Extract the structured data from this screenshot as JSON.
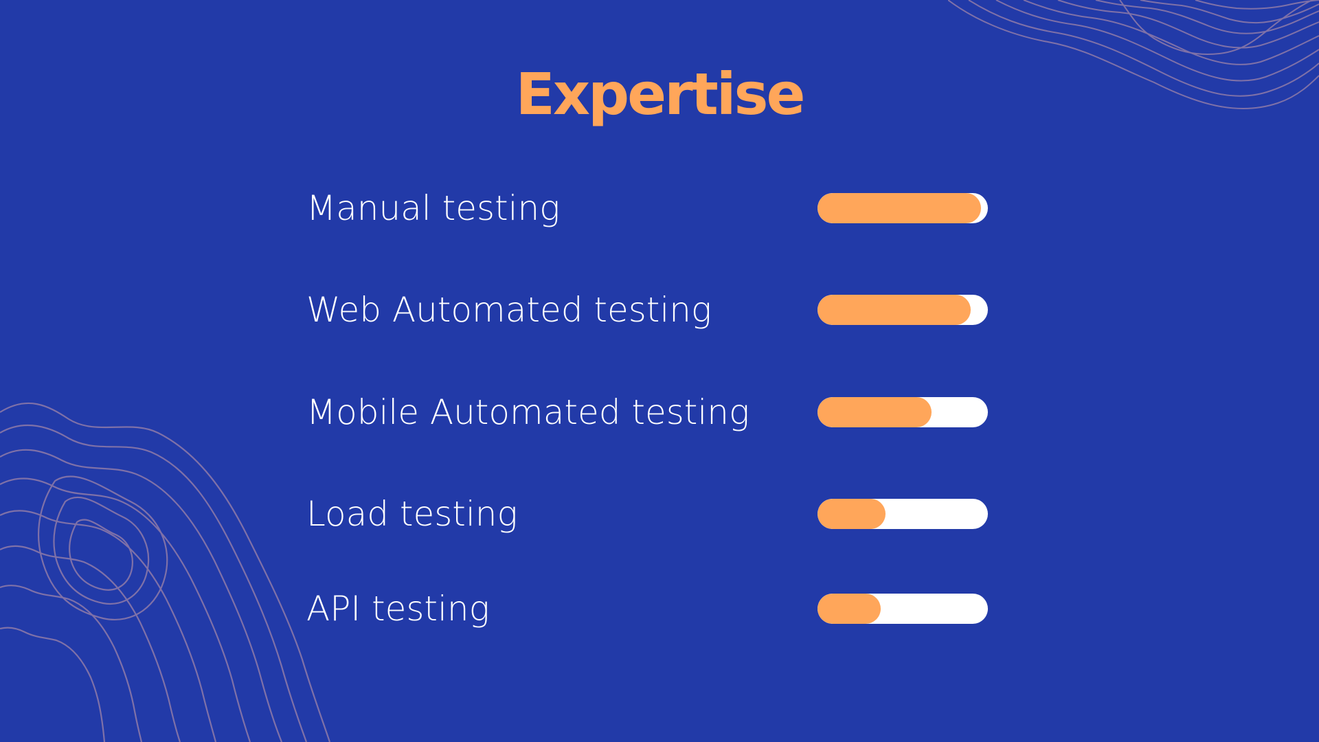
{
  "slide": {
    "title": "Expertise",
    "colors": {
      "background": "#223aa8",
      "accent": "#ffa65a",
      "track": "#ffffff",
      "text": "#ffffff",
      "contour_lines": "#8a78a8"
    },
    "skills": [
      {
        "label": "Manual testing",
        "level": 0.96
      },
      {
        "label": "Web Automated testing",
        "level": 0.9
      },
      {
        "label": "Mobile Automated testing",
        "level": 0.67
      },
      {
        "label": "Load testing",
        "level": 0.4
      },
      {
        "label": "API testing",
        "level": 0.37
      }
    ]
  }
}
